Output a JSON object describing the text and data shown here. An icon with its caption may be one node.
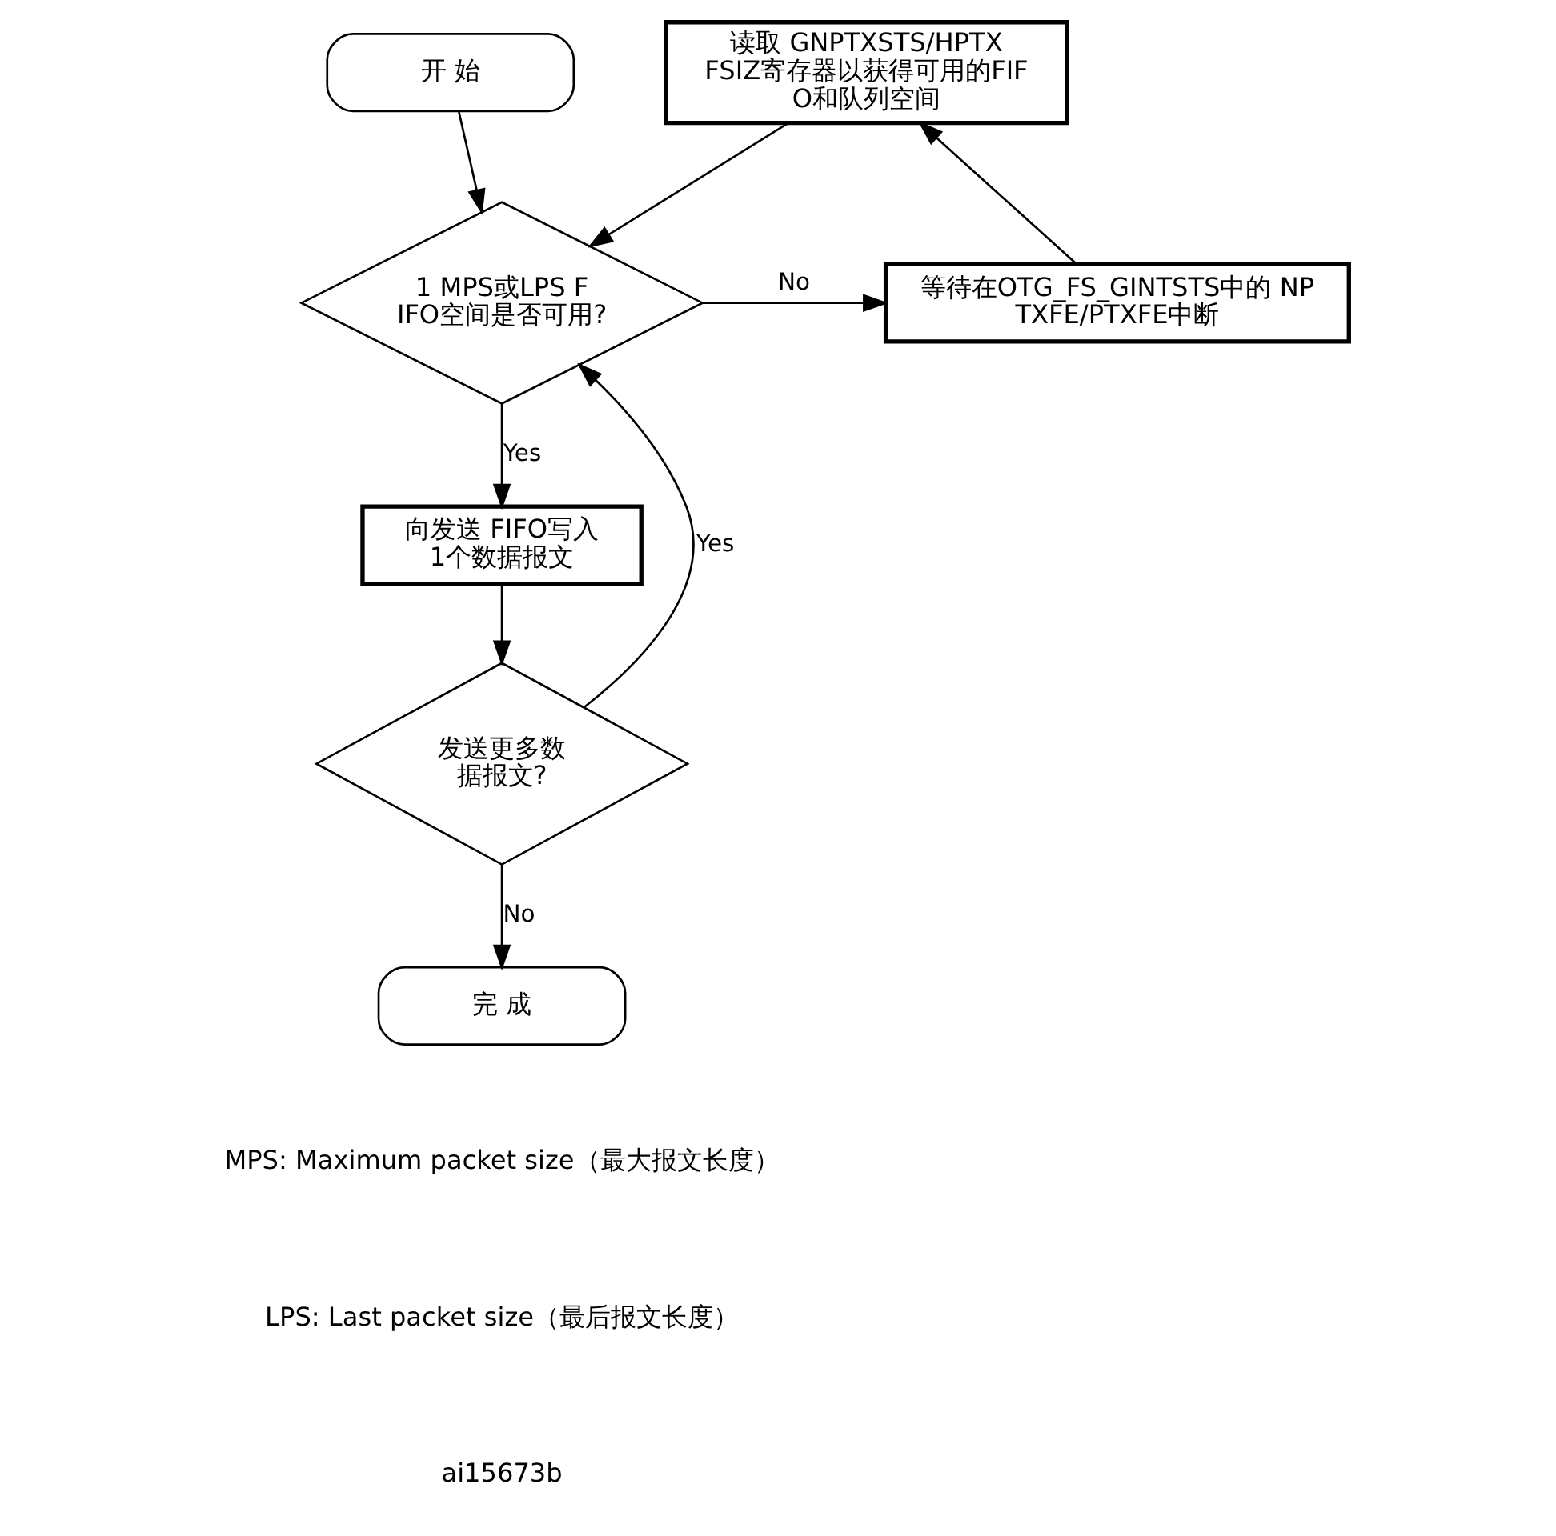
{
  "diagram": {
    "nodes": [
      {
        "text": [
          "开 始"
        ]
      },
      {
        "text": [
          "读取 GNPTXSTS/HPTXFSIZ寄存器以获得可用的FIFO和队列空间"
        ]
      },
      {
        "text": [
          "等待在OTG_FS_GINTSTS中的 NPTXFE/PTXFE中断"
        ]
      },
      {
        "text": [
          "1 MPS或LPS FIFO空间是否可用?"
        ]
      },
      {
        "text": [
          "向发送 FIFO写入1个数据报文"
        ]
      },
      {
        "text": [
          "发送更多数据报文?"
        ]
      },
      {
        "text": [
          "完 成"
        ]
      }
    ],
    "edges": [
      {
        "from": 0,
        "to": 3,
        "arrow": "to"
      },
      {
        "from": 1,
        "to": 3,
        "arrow": "to"
      },
      {
        "from": 3,
        "to": 2,
        "arrow": "to",
        "label": "No"
      },
      {
        "from": 2,
        "to": 1,
        "arrow": "to"
      },
      {
        "from": 3,
        "to": 4,
        "arrow": "to",
        "label": "Yes"
      },
      {
        "from": 4,
        "to": 5,
        "arrow": "to"
      },
      {
        "from": 5,
        "to": 3,
        "arrow": "to",
        "label": "Yes"
      },
      {
        "from": 5,
        "to": 6,
        "arrow": "to",
        "label": "No"
      }
    ],
    "labels": [
      "MPS: Maximum packet size（最大报文长度）",
      "LPS: Last packet size（最后报文长度）",
      "ai15673b"
    ]
  }
}
